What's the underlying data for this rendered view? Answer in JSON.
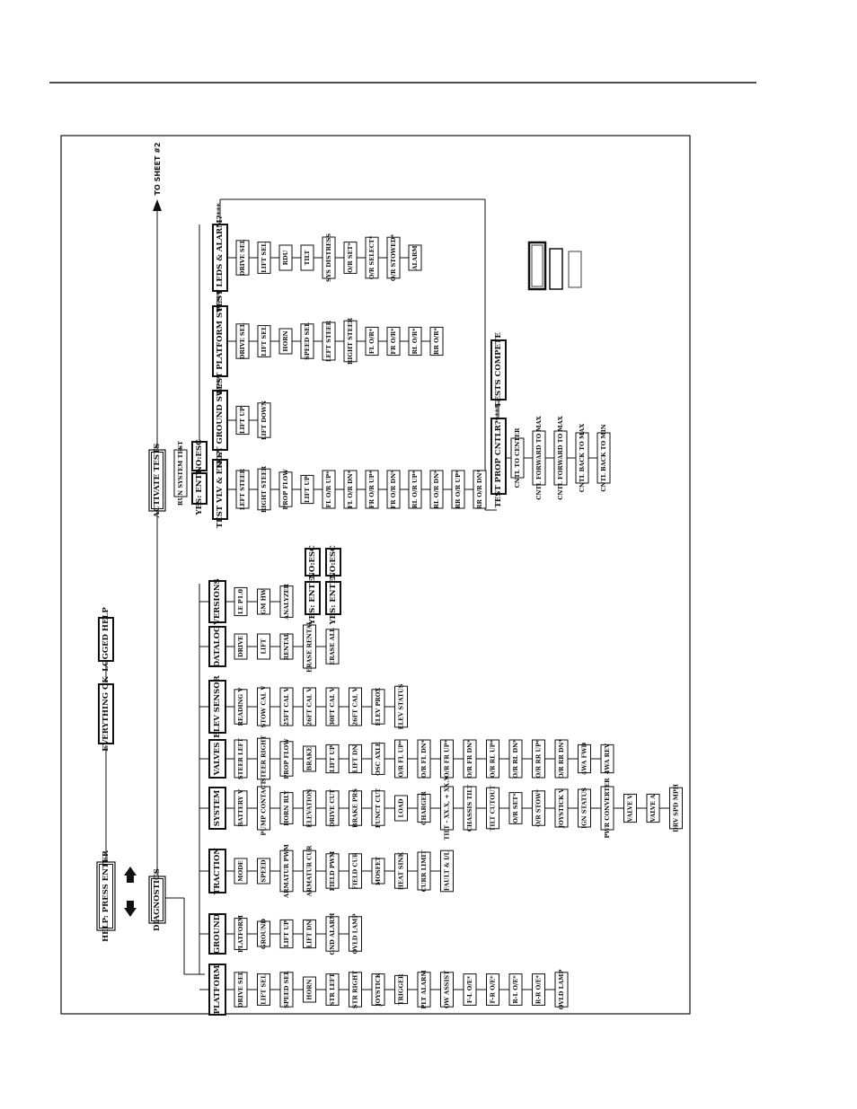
{
  "diagram": {
    "to_sheet_label": "TO SHEET #2",
    "help": "HELP: PRESS ENTER",
    "everything_ok": "EVERYTHING OK",
    "logged_help": "LOGGED HELP",
    "diagnostics": "DIAGNOSTICS",
    "activate_tests": "ACTIVATE TESTS",
    "run_system_test": "RUN SYSTEM TEST",
    "yes_enter": "YES: ENTER",
    "no_esc": "NO:ESC",
    "tests_complete": "TESTS COMPETE",
    "categories": [
      {
        "title": "PLATFORM",
        "items": [
          "DRIVE SEL",
          "LIFT SEL",
          "SPEED SEL",
          "HORN",
          "STR LEFT",
          "STR RIGHT",
          "JOYSTICK",
          "TRIGGER",
          "PLT ALARM",
          "OW ASSIST",
          "F-L O/E*",
          "F-R O/E*",
          "R-L O/E*",
          "R-R O/E*",
          "OVLD LAMP"
        ]
      },
      {
        "title": "GROUND",
        "items": [
          "PLATFORM",
          "GROUND",
          "LIFT UP",
          "LIFT DN",
          "GND ALARM",
          "OVLD LAMP"
        ]
      },
      {
        "title": "TRACTION",
        "items": [
          "MODE",
          "SPEED",
          "ARMATUR PWM",
          "ARMATUR CUR",
          "FIELD PWM",
          "FIELD CUR",
          "MOSFET",
          "HEAT SINK",
          "CURR LIMIT",
          "FAULT & I/L"
        ]
      },
      {
        "title": "SYSTEM",
        "items": [
          "BATTERY V",
          "PUMP CONTACT",
          "HORN RLY",
          "ELEVATION",
          "DRIVE CUT",
          "BRAKE PRS",
          "FUNCT CUT",
          "LOAD",
          "CHARGER",
          "TILT - XX.X, + XX.X",
          "CHASSIS TILT",
          "TILT CUTOUT",
          "O/R SET*",
          "O/R STOW*",
          "JOYSTICK V",
          "IGN STATUS",
          "PWR CONVERTER",
          "VALVE V",
          "VALVE A",
          "DRV SPD MPH"
        ]
      },
      {
        "title": "VALVES",
        "items": [
          "STEER LEFT",
          "STEER RIGHT",
          "PROP FLOW",
          "BRAKE",
          "LIFT UP",
          "LIFT DN",
          "OSC AXLE",
          "O/R FL UP*",
          "O/R FL DN*",
          "O/R FR UP*",
          "O/R FR DN*",
          "O/R RL UP*",
          "O/R RL DN*",
          "O/R RR UP*",
          "O/R RR DN*",
          "4WA FWD",
          "4WA REV"
        ]
      },
      {
        "title": "ELEV SENSOR",
        "items": [
          "READING V",
          "STOW CAL V",
          "25FT CAL V",
          "26FT CAL V",
          "30FT CAL V",
          "26FT CAL V",
          "ELEV PROX",
          "ELEV STATUS"
        ]
      },
      {
        "title": "DATALOG",
        "items": [
          "DRIVE",
          "LIFT",
          "RENTAL",
          "ERASE RENTAL",
          "ERASE ALL"
        ]
      },
      {
        "title": "VERSIONS",
        "items": [
          "LE P1.0",
          "GM HW",
          "ANALYZER"
        ]
      }
    ],
    "tests": [
      {
        "title": "TEST VLV & ENG?",
        "items": [
          "LEFT STEER",
          "RIGHT STEER",
          "PROP FLOW",
          "LIFT UP",
          "FL O/R UP*",
          "FL O/R DN*",
          "FR O/R UP*",
          "FR O/R DN*",
          "RL O/R UP*",
          "RL O/R DN*",
          "RR O/R UP*",
          "RR O/R DN*"
        ]
      },
      {
        "title": "TEST GROUND SW?***",
        "items": [
          "LIFT UP",
          "LIFT DOWN"
        ]
      },
      {
        "title": "TEST PLATFORM SW?***",
        "items": [
          "DRIVE SEL",
          "LIFT SEL",
          "HORN",
          "SPEED SEL",
          "LEFT STEER",
          "RIGHT STEER",
          "FL O/R*",
          "FR O/R*",
          "RL O/R*",
          "RR O/R*"
        ]
      },
      {
        "title": "TEST LEDS & ALARM?***",
        "items": [
          "DRIVE SEL",
          "LIFT SEL",
          "RDU",
          "TILT",
          "SYS DISTRESS",
          "O/R SET*",
          "O/R SELECT*",
          "O/R STOWED*",
          "ALARM"
        ]
      },
      {
        "title": "TEST PROP CNTLR?****",
        "items": [
          "CNTL TO CENTER",
          "CNTL FORWARD TO MAX",
          "CNTL FORWARD TO MAX",
          "CNTL BACK TO MAX",
          "CNTL BACK TO MIN"
        ]
      }
    ]
  }
}
